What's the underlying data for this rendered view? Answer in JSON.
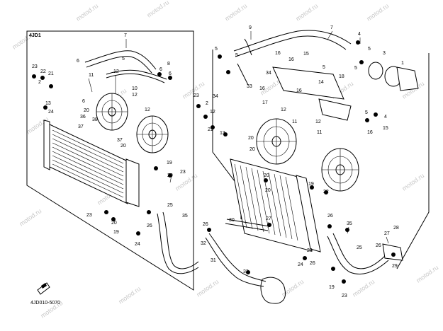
{
  "panel_label": "4JD1",
  "diagram_code": "4JD010-5070",
  "watermark": "motod.ru",
  "callouts": [
    "1",
    "2",
    "3",
    "4",
    "5",
    "6",
    "7",
    "8",
    "9",
    "10",
    "11",
    "12",
    "13",
    "14",
    "15",
    "16",
    "17",
    "18",
    "19",
    "20",
    "21",
    "22",
    "23",
    "24",
    "25",
    "26",
    "27",
    "28",
    "29",
    "30",
    "31",
    "32",
    "33",
    "34",
    "35",
    "36",
    "37",
    "38"
  ]
}
